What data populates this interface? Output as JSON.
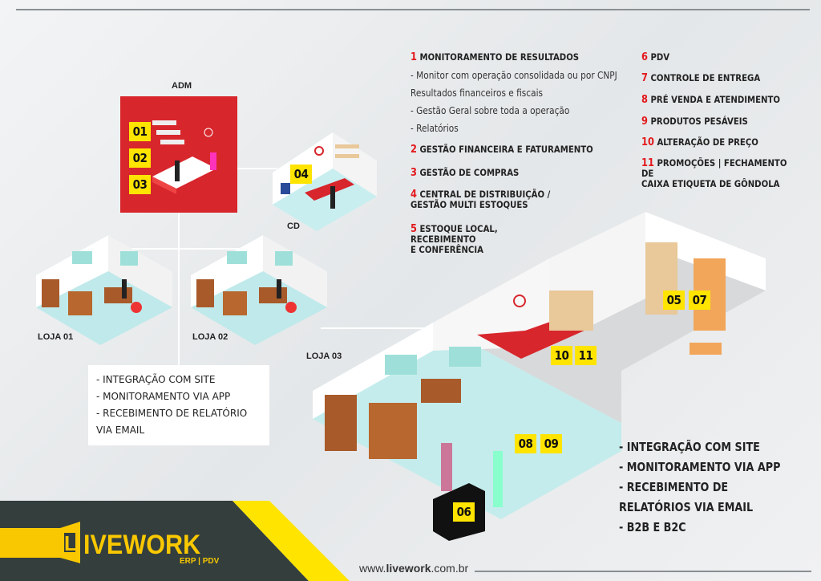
{
  "labels": {
    "adm": "ADM",
    "cd": "CD",
    "loja01": "LOJA 01",
    "loja02": "LOJA 02",
    "loja03": "LOJA 03"
  },
  "badges": {
    "b01": "01",
    "b02": "02",
    "b03": "03",
    "b04": "04",
    "b05": "05",
    "b06": "06",
    "b07": "07",
    "b08": "08",
    "b09": "09",
    "b10": "10",
    "b11": "11"
  },
  "features": [
    {
      "n": "1",
      "t": "MONITORAMENTO DE RESULTADOS"
    },
    {
      "n": "2",
      "t": "GESTÃO FINANCEIRA E FATURAMENTO"
    },
    {
      "n": "3",
      "t": "GESTÃO DE COMPRAS"
    },
    {
      "n": "4",
      "t": "CENTRAL DE DISTRIBUIÇÃO /",
      "t2": "GESTÃO MULTI ESTOQUES"
    },
    {
      "n": "5",
      "t": "ESTOQUE LOCAL,",
      "t2": "RECEBIMENTO",
      "t3": "E CONFERÊNCIA"
    },
    {
      "n": "6",
      "t": "PDV"
    },
    {
      "n": "7",
      "t": "CONTROLE DE ENTREGA"
    },
    {
      "n": "8",
      "t": "PRÉ VENDA E ATENDIMENTO"
    },
    {
      "n": "9",
      "t": "PRODUTOS PESÁVEIS"
    },
    {
      "n": "10",
      "t": "ALTERAÇÃO DE PREÇO"
    },
    {
      "n": "11",
      "t": "PROMOÇÕES | FECHAMENTO DE",
      "t2": "CAIXA ETIQUETA DE GÔNDOLA"
    }
  ],
  "feature1_details": [
    "- Monitor com operação consolidada ou por CNPJ",
    "Resultados financeiros e fiscais",
    "- Gestão Geral sobre toda a operação",
    "- Relatórios"
  ],
  "store_box": [
    "- INTEGRAÇÃO COM SITE",
    "- MONITORAMENTO VIA APP",
    "- RECEBIMENTO DE RELATÓRIO VIA EMAIL"
  ],
  "right_list": [
    "- INTEGRAÇÃO COM SITE",
    "- MONITORAMENTO VIA APP",
    "- RECEBIMENTO DE",
    "RELATÓRIOS VIA EMAIL",
    "- B2B E B2C"
  ],
  "brand": {
    "name": "IVEWORK",
    "letter": "L",
    "tagline": "ERP | PDV",
    "website_pre": "www.",
    "website_bold": "livework",
    "website_post": ".com.br"
  },
  "colors": {
    "red": "#d7262c",
    "yellow": "#ffe400",
    "dark": "#333e3d",
    "logo": "#f9c800"
  }
}
